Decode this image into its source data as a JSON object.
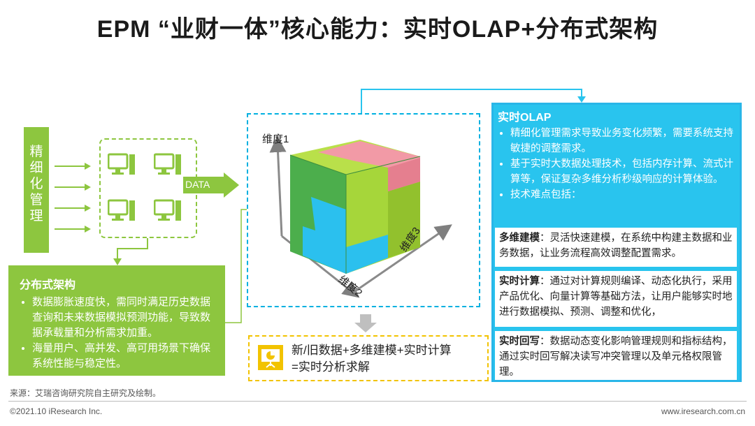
{
  "title": "EPM “业财一体”核心能力：实时OLAP+分布式架构",
  "left_bar": {
    "label": "精细化管理"
  },
  "data_arrow": {
    "label": "DATA"
  },
  "distributed": {
    "heading": "分布式架构",
    "bullets": [
      "数据膨胀速度快，需同时满足历史数据查询和未来数据模拟预测功能，导致数据承载量和分析需求加重。",
      "海量用户、高并发、高可用场景下确保系统性能与稳定性。"
    ]
  },
  "cube": {
    "axis1": "维度1",
    "axis2": "维度2",
    "axis3": "维度3",
    "colors": {
      "green_dark": "#4cae4c",
      "lime": "#a6d63a",
      "pink": "#f29aa6",
      "blue": "#2bc0ee"
    }
  },
  "result": {
    "line1": "新/旧数据+多维建模+实时计算",
    "line2": "=实时分析求解"
  },
  "olap": {
    "heading": "实时OLAP",
    "bullets": [
      "精细化管理需求导致业务变化频繁，需要系统支持敏捷的调整需求。",
      "基于实时大数据处理技术，包括内存计算、流式计算等，保证复杂多维分析秒级响应的计算体验。",
      "技术难点包括："
    ],
    "points": [
      {
        "term": "多维建模",
        "text": "：灵活快速建模，在系统中构建主数据和业务数据，让业务流程高效调整配置需求。"
      },
      {
        "term": "实时计算",
        "text": "：通过对计算规则编译、动态化执行，采用产品优化、向量计算等基础方法，让用户能够实时地进行数据模拟、预测、调整和优化，"
      },
      {
        "term": "实时回写",
        "text": "：数据动态变化影响管理规则和指标结构，通过实时回写解决读写冲突管理以及单元格权限管理。"
      }
    ]
  },
  "footer": {
    "source": "来源：艾瑞咨询研究院自主研究及绘制。",
    "copyright": "©2021.10 iResearch Inc.",
    "website": "www.iresearch.com.cn"
  },
  "colors": {
    "green": "#8dc63f",
    "cyan": "#29c4ee",
    "yellow": "#f2c300"
  }
}
